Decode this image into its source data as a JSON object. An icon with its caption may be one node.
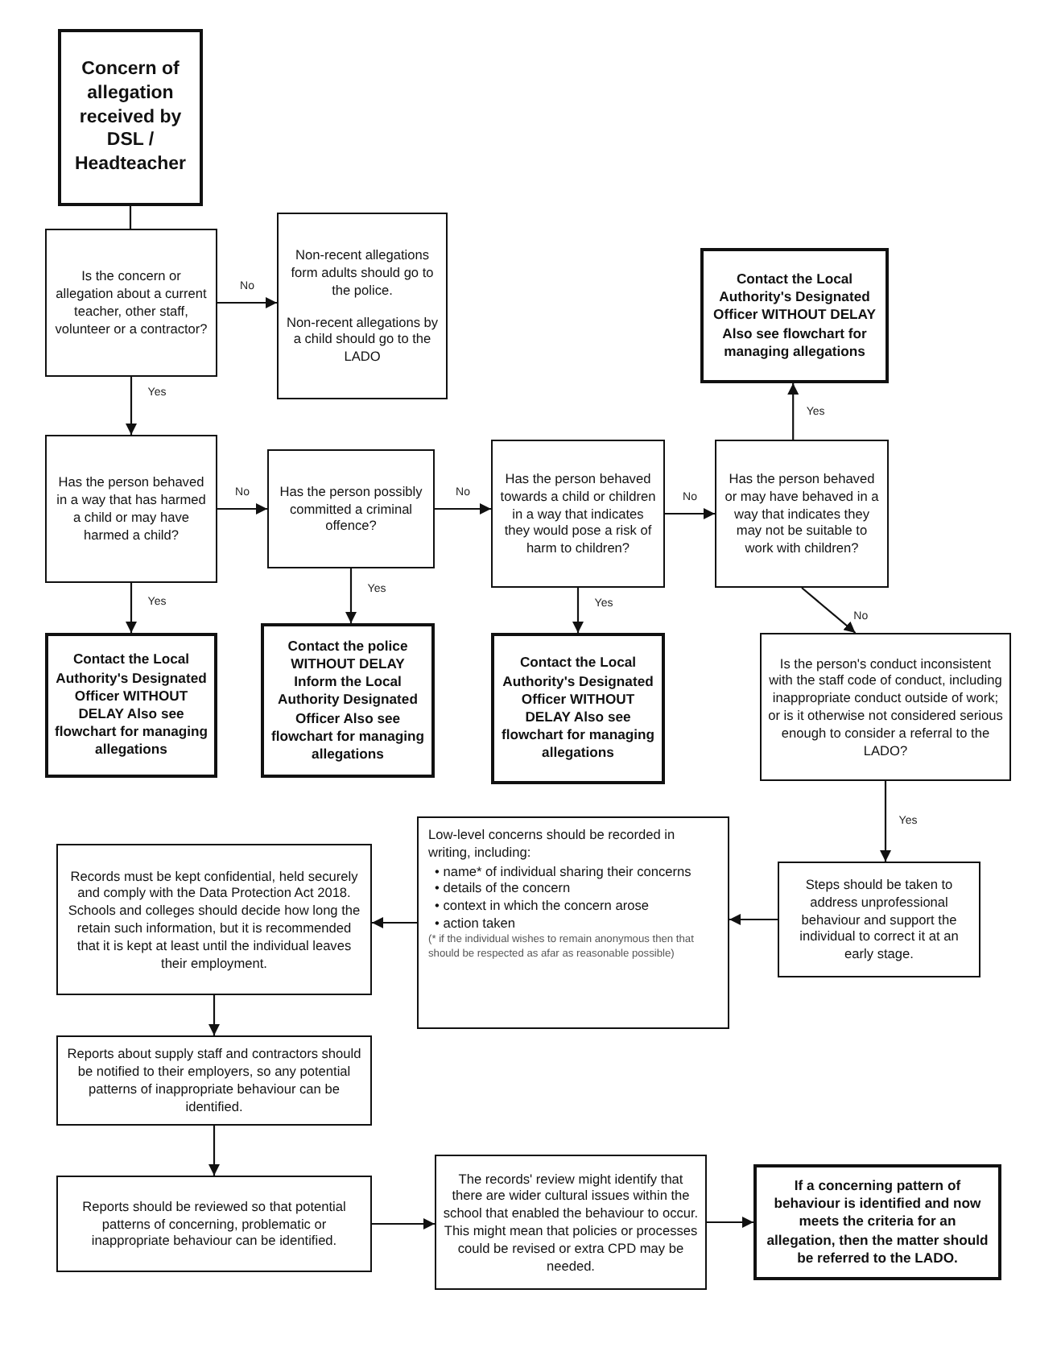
{
  "diagram": {
    "nodes": [
      {
        "text": [
          "Concern of allegation received by DSL / Headteacher"
        ]
      },
      {
        "text": [
          "Is the concern or allegation about a current teacher, other staff, volunteer or a contractor?"
        ]
      },
      {
        "text": [
          "Non-recent allegations form adults should go to the police.",
          "Non-recent allegations by a child should go to the LADO"
        ]
      },
      {
        "text": [
          "Contact the Local Authority's Designated Officer WITHOUT DELAY Also see flowchart for managing allegations"
        ]
      },
      {
        "text": [
          "Has the person behaved in a way that has harmed a child or may have harmed a child?"
        ]
      },
      {
        "text": [
          "Has the person possibly committed a criminal offence?"
        ]
      },
      {
        "text": [
          "Has the person behaved towards a child or children in a way that indicates they would pose a risk of harm to children?"
        ]
      },
      {
        "text": [
          "Has the person behaved or may have behaved in a way that indicates they may not be suitable to work with children?"
        ]
      },
      {
        "text": [
          "Contact the Local Authority's Designated Officer WITHOUT DELAY Also see flowchart for managing allegations"
        ]
      },
      {
        "text": [
          "Contact the police WITHOUT DELAY Inform the Local Authority Designated Officer Also see flowchart for managing allegations"
        ]
      },
      {
        "text": [
          "Contact the Local Authority's Designated Officer WITHOUT DELAY Also see flowchart for managing allegations"
        ]
      },
      {
        "text": [
          "Is the person's conduct inconsistent with the staff code of conduct, including inappropriate conduct outside of work; or is it otherwise not considered serious enough to consider a referral to the LADO?"
        ]
      },
      {
        "text": [
          "Steps should be taken to address unprofessional behaviour and support the individual to correct it at an early stage."
        ]
      },
      {
        "text": [
          "Low-level concerns should be recorded in writing, including:",
          "• name* of individual sharing their concerns",
          "• details of the concern",
          "• context in which the concern arose",
          "• action taken",
          "(* if the individual wishes to remain anonymous then that should be respected as afar as reasonable possible)"
        ]
      },
      {
        "text": [
          "Records must be kept confidential, held securely and comply with the Data Protection Act 2018. Schools and colleges should decide how long the retain such information, but it is recommended that it is kept at least until the individual leaves their employment."
        ]
      },
      {
        "text": [
          "Reports about supply staff and contractors should be notified to their employers, so any potential patterns of inappropriate behaviour can be identified."
        ]
      },
      {
        "text": [
          "Reports should be reviewed so that potential patterns of concerning, problematic or inappropriate behaviour can be identified."
        ]
      },
      {
        "text": [
          "The records' review might identify that there are wider cultural issues within the school that enabled the behaviour to occur.  This might mean that policies or processes could be revised or extra CPD may be needed."
        ]
      },
      {
        "text": [
          "If a concerning pattern of behaviour is identified and now meets the criteria for an allegation, then the matter should be referred to the LADO."
        ]
      }
    ],
    "edges": [
      {
        "from": 0,
        "to": 1,
        "arrow": "none"
      },
      {
        "from": 1,
        "to": 2,
        "arrow": "to",
        "label": "No"
      },
      {
        "from": 1,
        "to": 4,
        "arrow": "to",
        "label": "Yes"
      },
      {
        "from": 4,
        "to": 5,
        "arrow": "to",
        "label": "No"
      },
      {
        "from": 5,
        "to": 6,
        "arrow": "to",
        "label": "No"
      },
      {
        "from": 6,
        "to": 7,
        "arrow": "to",
        "label": "No"
      },
      {
        "from": 7,
        "to": 3,
        "arrow": "to",
        "label": "Yes"
      },
      {
        "from": 4,
        "to": 8,
        "arrow": "to",
        "label": "Yes"
      },
      {
        "from": 5,
        "to": 9,
        "arrow": "to",
        "label": "Yes"
      },
      {
        "from": 6,
        "to": 10,
        "arrow": "to",
        "label": "Yes"
      },
      {
        "from": 7,
        "to": 11,
        "arrow": "to",
        "label": "No"
      },
      {
        "from": 11,
        "to": 12,
        "arrow": "to",
        "label": "Yes"
      },
      {
        "from": 12,
        "to": 13,
        "arrow": "to"
      },
      {
        "from": 13,
        "to": 14,
        "arrow": "to"
      },
      {
        "from": 14,
        "to": 15,
        "arrow": "to"
      },
      {
        "from": 15,
        "to": 16,
        "arrow": "to"
      },
      {
        "from": 16,
        "to": 17,
        "arrow": "to"
      },
      {
        "from": 17,
        "to": 18,
        "arrow": "to"
      }
    ]
  }
}
